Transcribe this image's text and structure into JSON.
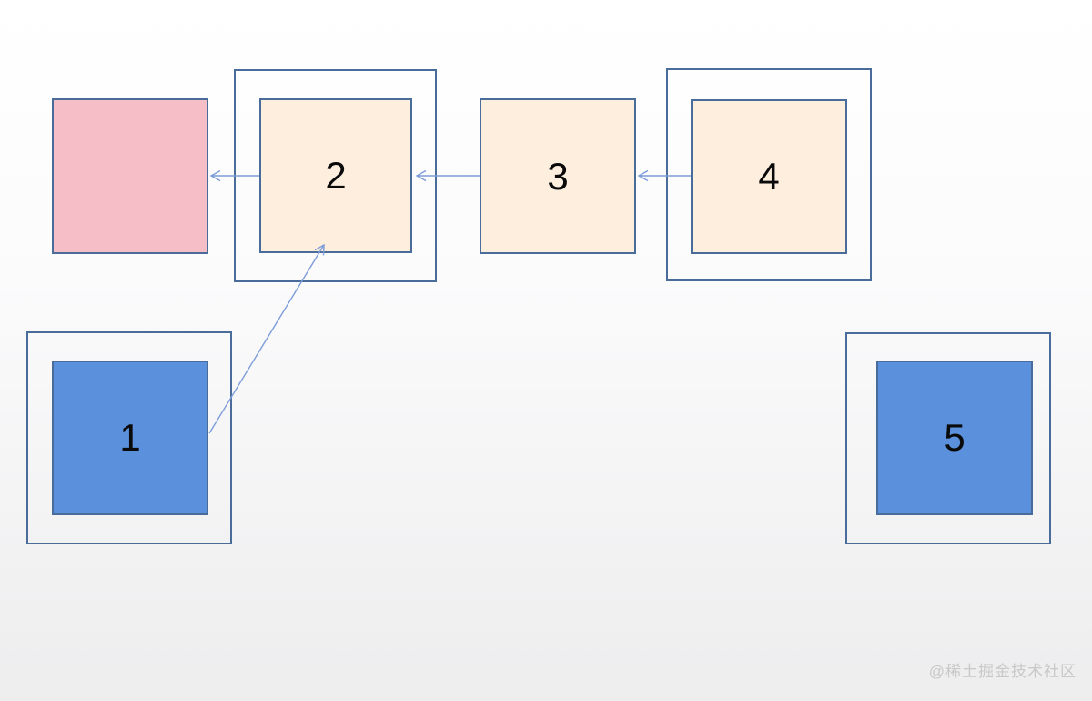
{
  "diagram": {
    "nodes": [
      {
        "id": "head-slot",
        "label": "",
        "fill": "#f6bfc7",
        "shape": "single-box"
      },
      {
        "id": "node-2",
        "label": "2",
        "fill": "#fdeedd",
        "shape": "double-box"
      },
      {
        "id": "node-3",
        "label": "3",
        "fill": "#fdeedd",
        "shape": "single-box"
      },
      {
        "id": "node-4",
        "label": "4",
        "fill": "#fdeedd",
        "shape": "double-box"
      },
      {
        "id": "node-1",
        "label": "1",
        "fill": "#5b90dd",
        "shape": "double-box"
      },
      {
        "id": "node-5",
        "label": "5",
        "fill": "#5b90dd",
        "shape": "double-box"
      }
    ],
    "edges": [
      {
        "from": "node-2",
        "to": "head-slot",
        "direction": "left"
      },
      {
        "from": "node-3",
        "to": "node-2",
        "direction": "left"
      },
      {
        "from": "node-4",
        "to": "node-3",
        "direction": "left"
      },
      {
        "from": "node-1",
        "to": "node-2",
        "direction": "up-right-diagonal"
      }
    ],
    "colors": {
      "border": "#4a6c9b",
      "arrow": "#7d9cd8",
      "pink_fill": "#f6bfc7",
      "cream_fill": "#fdeedd",
      "blue_fill": "#5b90dd",
      "label_text": "#0a0a0a",
      "watermark_text": "#c8c8c8"
    }
  },
  "watermark": {
    "text": "@稀土掘金技术社区"
  }
}
